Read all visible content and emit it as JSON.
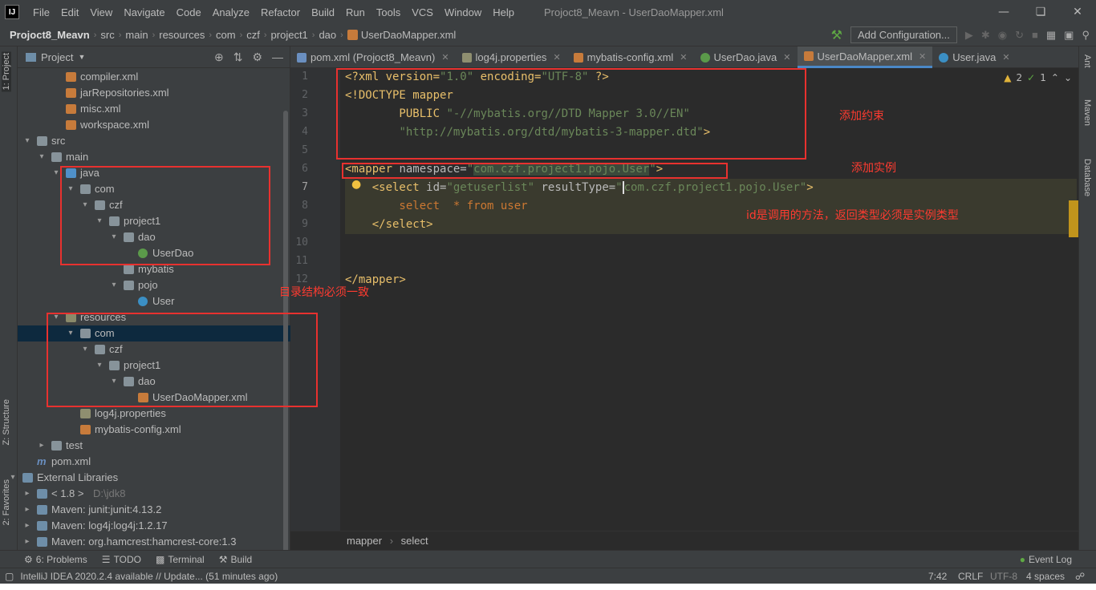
{
  "titlebar": {
    "logo": "IJ",
    "menu": [
      "File",
      "Edit",
      "View",
      "Navigate",
      "Code",
      "Analyze",
      "Refactor",
      "Build",
      "Run",
      "Tools",
      "VCS",
      "Window",
      "Help"
    ],
    "title": "Projoct8_Meavn - UserDaoMapper.xml"
  },
  "navbar": {
    "crumbs": [
      "Projoct8_Meavn",
      "src",
      "main",
      "resources",
      "com",
      "czf",
      "project1",
      "dao",
      "UserDaoMapper.xml"
    ],
    "add_config": "Add Configuration..."
  },
  "left_strip": {
    "project": "1: Project",
    "structure": "Z: Structure",
    "favorites": "2: Favorites"
  },
  "right_strip": {
    "ant": "Ant",
    "maven": "Maven",
    "database": "Database"
  },
  "project_panel": {
    "title": "Project",
    "rows": [
      {
        "label": "compiler.xml",
        "icon": "xml"
      },
      {
        "label": "jarRepositories.xml",
        "icon": "xml"
      },
      {
        "label": "misc.xml",
        "icon": "xml"
      },
      {
        "label": "workspace.xml",
        "icon": "xml"
      },
      {
        "label": "src",
        "icon": "folder"
      },
      {
        "label": "main",
        "icon": "folder"
      },
      {
        "label": "java",
        "icon": "src"
      },
      {
        "label": "com",
        "icon": "pkg"
      },
      {
        "label": "czf",
        "icon": "pkg"
      },
      {
        "label": "project1",
        "icon": "pkg"
      },
      {
        "label": "dao",
        "icon": "pkg"
      },
      {
        "label": "UserDao",
        "icon": "iface"
      },
      {
        "label": "mybatis",
        "icon": "pkg"
      },
      {
        "label": "pojo",
        "icon": "pkg"
      },
      {
        "label": "User",
        "icon": "cls"
      },
      {
        "label": "resources",
        "icon": "res"
      },
      {
        "label": "com",
        "icon": "folder"
      },
      {
        "label": "czf",
        "icon": "folder"
      },
      {
        "label": "project1",
        "icon": "folder"
      },
      {
        "label": "dao",
        "icon": "folder"
      },
      {
        "label": "UserDaoMapper.xml",
        "icon": "xml"
      },
      {
        "label": "log4j.properties",
        "icon": "prop"
      },
      {
        "label": "mybatis-config.xml",
        "icon": "xml"
      },
      {
        "label": "test",
        "icon": "folder"
      },
      {
        "label": "pom.xml",
        "icon": "mvn"
      },
      {
        "label": "External Libraries",
        "icon": "lib"
      },
      {
        "label": "< 1.8 >",
        "icon": "lib",
        "extra": "D:\\jdk8"
      },
      {
        "label": "Maven: junit:junit:4.13.2",
        "icon": "lib"
      },
      {
        "label": "Maven: log4j:log4j:1.2.17",
        "icon": "lib"
      },
      {
        "label": "Maven: org.hamcrest:hamcrest-core:1.3",
        "icon": "lib"
      }
    ]
  },
  "tabs": [
    {
      "label": "pom.xml (Projoct8_Meavn)",
      "icon": "m",
      "active": false
    },
    {
      "label": "log4j.properties",
      "icon": "prop",
      "active": false
    },
    {
      "label": "mybatis-config.xml",
      "icon": "xml",
      "active": false
    },
    {
      "label": "UserDao.java",
      "icon": "iface",
      "active": false
    },
    {
      "label": "UserDaoMapper.xml",
      "icon": "xml",
      "active": true
    },
    {
      "label": "User.java",
      "icon": "cls",
      "active": false
    }
  ],
  "editor": {
    "line_numbers": [
      "1",
      "2",
      "3",
      "4",
      "5",
      "6",
      "7",
      "8",
      "9",
      "10",
      "11",
      "12"
    ],
    "inspections": {
      "warnings": "2",
      "ok": "1"
    },
    "lines": {
      "l1": [
        "<?xml version=",
        "\"1.0\"",
        " encoding=",
        "\"UTF-8\"",
        " ?>"
      ],
      "l2": [
        "<!DOCTYPE mapper"
      ],
      "l3": [
        "        PUBLIC ",
        "\"-//mybatis.org//DTD Mapper 3.0//EN\""
      ],
      "l4": [
        "        ",
        "\"http://mybatis.org/dtd/mybatis-3-mapper.dtd\"",
        ">"
      ],
      "l6": [
        "<mapper ",
        "namespace=",
        "\"",
        "com.czf.project1.pojo.User",
        "\"",
        ">"
      ],
      "l7": [
        "    <select ",
        "id=",
        "\"getuserlist\"",
        " resultType=",
        "\"",
        "com.czf.project1.pojo.User",
        "\"",
        ">"
      ],
      "l8": [
        "        select  * from user"
      ],
      "l9": [
        "    </select>"
      ],
      "l12": [
        "</mapper>"
      ]
    },
    "annotations": {
      "constraint": "添加约束",
      "instance": "添加实例",
      "id_note": "id是调用的方法，返回类型必须是实例类型",
      "dir_note": "目录结构必须一致"
    }
  },
  "bottom_crumb": [
    "mapper",
    "select"
  ],
  "toolbar": {
    "problems": "6: Problems",
    "todo": "TODO",
    "terminal": "Terminal",
    "build": "Build",
    "event_log": "Event Log"
  },
  "statusbar": {
    "message": "IntelliJ IDEA 2020.2.4 available // Update... (51 minutes ago)",
    "position": "7:42",
    "line_sep": "CRLF",
    "encoding": "UTF-8",
    "indent": "4 spaces"
  }
}
